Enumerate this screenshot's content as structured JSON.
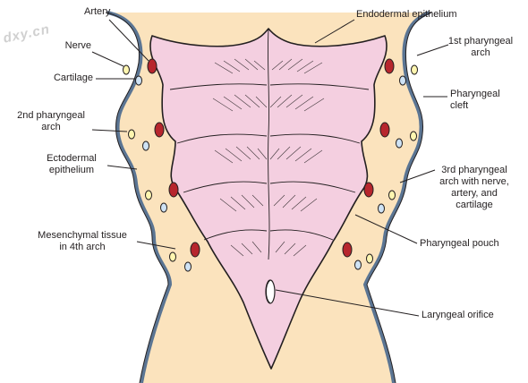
{
  "watermark": "dxy.cn",
  "labels": {
    "artery": "Artery",
    "nerve": "Nerve",
    "cartilage": "Cartilage",
    "second_arch": "2nd pharyngeal\narch",
    "ectodermal": "Ectodermal\nepithelium",
    "mesenchymal": "Mesenchymal tissue\nin 4th arch",
    "endodermal": "Endodermal epithelium",
    "first_arch": "1st pharyngeal\narch",
    "cleft": "Pharyngeal\ncleft",
    "third_arch": "3rd pharyngeal\narch with nerve,\nartery, and\ncartilage",
    "pouch": "Pharyngeal pouch",
    "laryngeal": "Laryngeal orifice"
  },
  "colors": {
    "mesenchyme": "#fbe3bd",
    "lumen": "#f4cfe0",
    "ectoderm": "#5b7593",
    "outline": "#231f20",
    "artery_fill": "#b7262d",
    "nerve_fill": "#fff6b0",
    "cartilage_fill": "#cfe3f5"
  }
}
